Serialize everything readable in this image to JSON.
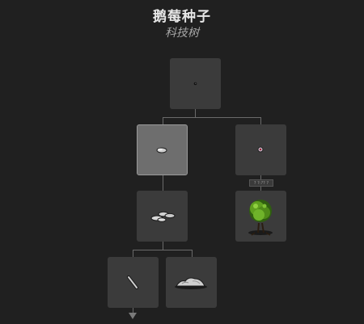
{
  "header": {
    "title": "鹅莓种子",
    "subtitle": "科技树"
  },
  "tree": {
    "nodes": [
      {
        "id": "root-seed",
        "icon": "seed-icon"
      },
      {
        "id": "pile-seeds",
        "icon": "seed-pile-icon",
        "selected": true
      },
      {
        "id": "berry",
        "icon": "berry-icon"
      },
      {
        "id": "many-seeds",
        "icon": "seed-cluster-icon"
      },
      {
        "id": "bush-tree",
        "icon": "berry-bush-icon"
      },
      {
        "id": "twig",
        "icon": "twig-icon"
      },
      {
        "id": "rock-mound",
        "icon": "rock-pile-icon"
      }
    ],
    "lock_label": "? ?:?? ?",
    "more_arrow": "down-arrow-icon"
  }
}
